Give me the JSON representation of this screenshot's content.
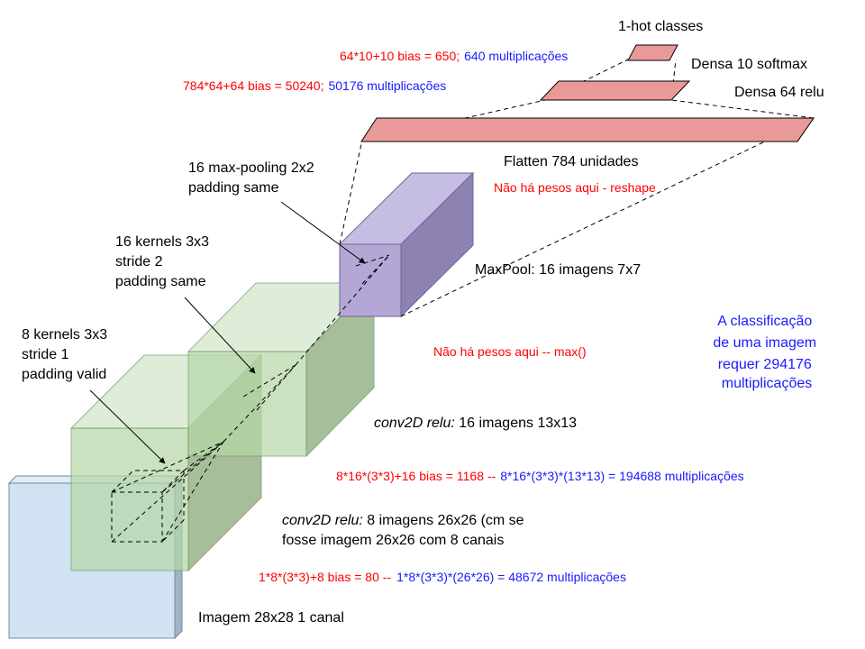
{
  "colors": {
    "red": "#ff0000",
    "blue": "#1a1aff",
    "dense_fill": "#ea9999",
    "pool_fill": "#b4a7d6",
    "conv_fill": "#b6d7a8",
    "input_fill": "#cfe2f3"
  },
  "layers": {
    "onehot": "1-hot classes",
    "dense10": "Densa 10 softmax",
    "dense64": "Densa 64 relu",
    "flatten": "Flatten 784 unidades",
    "maxpool": "MaxPool: 16 imagens 7x7",
    "conv2_italic": "conv2D relu:",
    "conv2_rest": " 16 imagens 13x13",
    "conv1_italic": "conv2D relu:",
    "conv1_rest": " 8 imagens 26x26 (cm se",
    "conv1_line2": "fosse imagem 26x26 com 8 canais",
    "input": "Imagem 28x28 1 canal"
  },
  "kernel_notes": {
    "pool": [
      "16 max-pooling 2x2",
      "padding same"
    ],
    "conv2": [
      "16 kernels 3x3",
      "stride 2",
      "padding same"
    ],
    "conv1": [
      "8 kernels 3x3",
      "stride 1",
      "padding valid"
    ]
  },
  "annotations": {
    "d10_red": "64*10+10 bias = 650;",
    "d10_blue": "640 multiplicações",
    "d64_red": "784*64+64 bias = 50240;",
    "d64_blue": "50176 multiplicações",
    "flatten_note": "Não há pesos aqui - reshape",
    "maxpool_note": "Não há pesos aqui -- max()",
    "conv2_red": "8*16*(3*3)+16 bias = 1168 --",
    "conv2_blue": "8*16*(3*3)*(13*13) = 194688 multiplicações",
    "conv1_red": "1*8*(3*3)+8 bias = 80 --",
    "conv1_blue": "1*8*(3*3)*(26*26) = 48672 multiplicações"
  },
  "summary": [
    "A classificação",
    "de uma imagem",
    "requer 294176",
    "multiplicações"
  ]
}
